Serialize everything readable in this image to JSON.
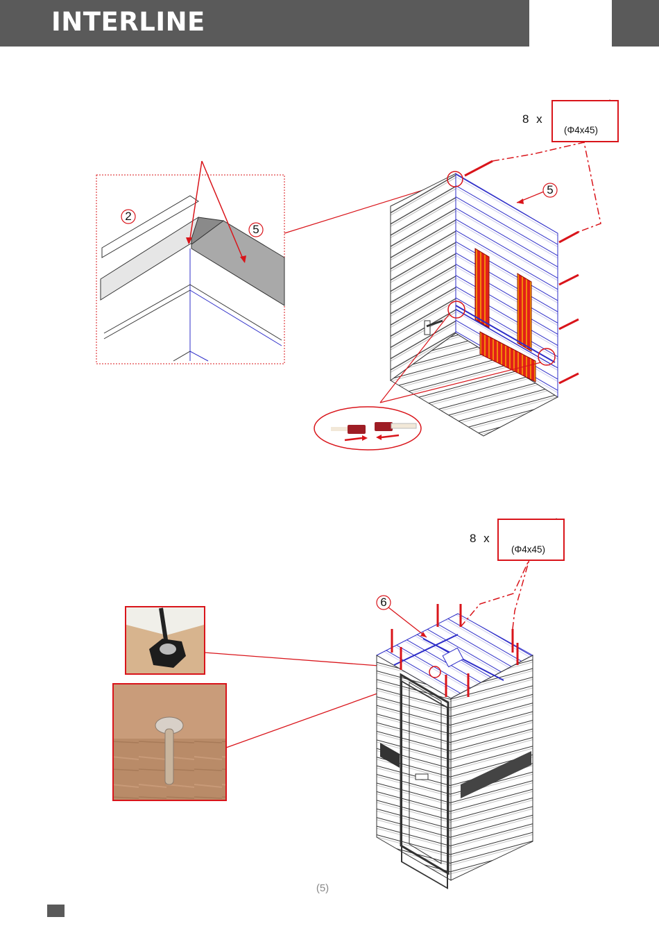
{
  "header": {
    "brand": "INTERLINE"
  },
  "step_upper": {
    "quantity": "8 x",
    "screw_spec": "(Φ4x45)",
    "callouts": [
      "2",
      "5",
      "5"
    ]
  },
  "step_lower": {
    "quantity": "8 x",
    "screw_spec": "(Φ4x45)",
    "callouts": [
      "6"
    ]
  },
  "footer": {
    "page_number": "(5)"
  },
  "colors": {
    "header": "#5a5a5a",
    "accent": "#d9141a",
    "guide_lines": "#2d2dc8"
  }
}
